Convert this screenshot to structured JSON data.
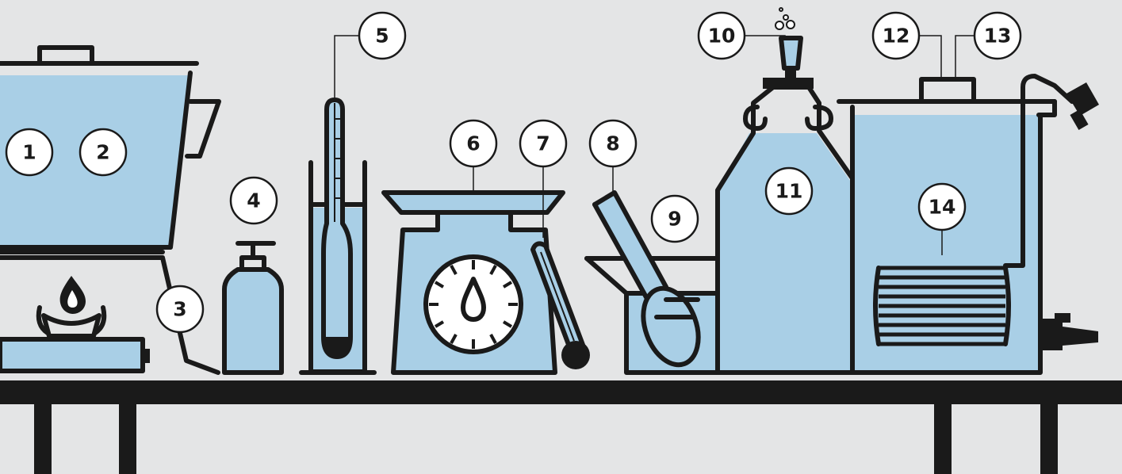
{
  "colors": {
    "background": "#e4e5e6",
    "liquid": "#a9cfe6",
    "ink": "#1a1a1a",
    "flame": "#ffffff"
  },
  "callouts": {
    "c1": "1",
    "c2": "2",
    "c3": "3",
    "c4": "4",
    "c5": "5",
    "c6": "6",
    "c7": "7",
    "c8": "8",
    "c9": "9",
    "c10": "10",
    "c11": "11",
    "c12": "12",
    "c13": "13",
    "c14": "14"
  },
  "icons": [
    "pot-icon",
    "gas-burner-icon",
    "sanitizer-bottle-icon",
    "hydrometer-icon",
    "kitchen-scale-icon",
    "thermometer-icon",
    "spoon-icon",
    "measuring-jug-icon",
    "airlock-icon",
    "carboy-icon",
    "fermenter-bucket-icon",
    "wort-chiller-icon",
    "bench-icon"
  ]
}
